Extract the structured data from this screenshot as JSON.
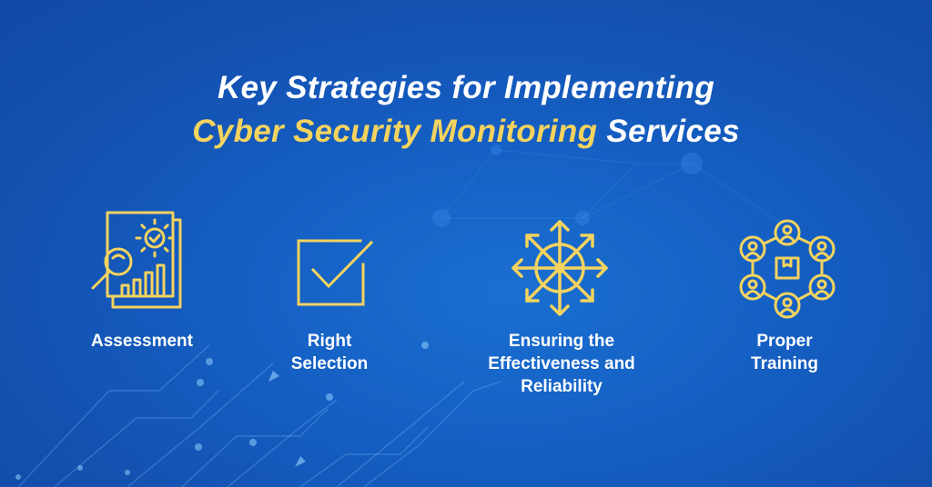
{
  "title": {
    "line1": "Key Strategies for Implementing",
    "line2_highlight": "Cyber Security Monitoring",
    "line2_rest": " Services"
  },
  "colors": {
    "background": "#1560c4",
    "accent_yellow": "#f4d35e",
    "text": "#ffffff"
  },
  "strategies": [
    {
      "icon": "assessment-report-icon",
      "lines": [
        "Assessment"
      ]
    },
    {
      "icon": "checkbox-check-icon",
      "lines": [
        "Right",
        "Selection"
      ]
    },
    {
      "icon": "arrows-wheel-icon",
      "lines": [
        "Ensuring the",
        "Effectiveness and",
        "Reliability"
      ]
    },
    {
      "icon": "people-network-icon",
      "lines": [
        "Proper",
        "Training"
      ]
    }
  ]
}
